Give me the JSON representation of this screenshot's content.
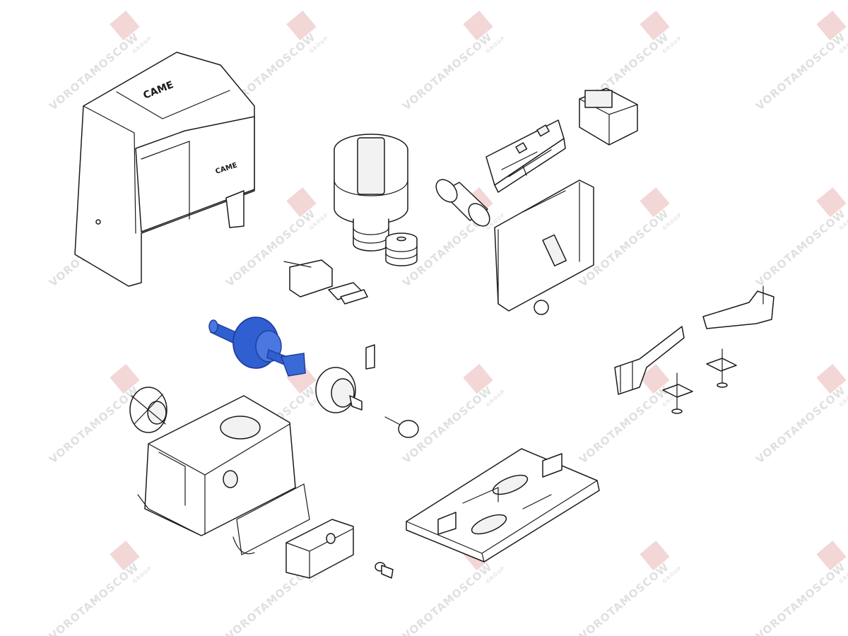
{
  "watermark": {
    "text": "VOROTAMOSCOW",
    "subtext": "GROUP"
  },
  "brand": {
    "label": "CAME"
  },
  "colors": {
    "line": "#1a1a1a",
    "highlight": "#2f5fd0",
    "highlight_dark": "#1f3f9a",
    "watermark": "#e2e2e2",
    "watermark_logo": "#f3d6d6"
  },
  "highlighted_part": "drive-shaft-assembly-highlighted"
}
